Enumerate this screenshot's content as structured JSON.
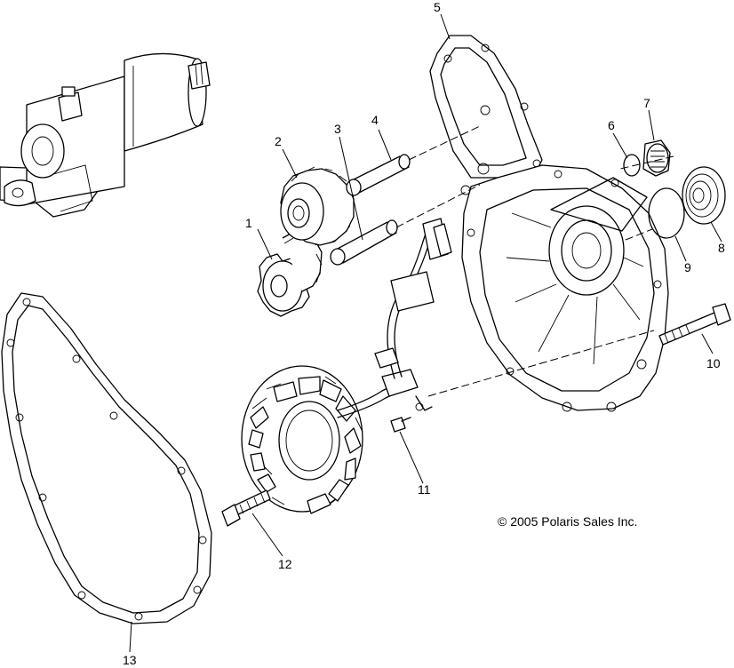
{
  "callouts": [
    {
      "id": "1",
      "label": "1"
    },
    {
      "id": "2",
      "label": "2"
    },
    {
      "id": "3",
      "label": "3"
    },
    {
      "id": "4",
      "label": "4"
    },
    {
      "id": "5",
      "label": "5"
    },
    {
      "id": "6",
      "label": "6"
    },
    {
      "id": "7",
      "label": "7"
    },
    {
      "id": "8",
      "label": "8"
    },
    {
      "id": "9",
      "label": "9"
    },
    {
      "id": "10",
      "label": "10"
    },
    {
      "id": "11",
      "label": "11"
    },
    {
      "id": "12",
      "label": "12"
    },
    {
      "id": "13",
      "label": "13"
    }
  ],
  "copyright": "© 2005 Polaris Sales Inc."
}
